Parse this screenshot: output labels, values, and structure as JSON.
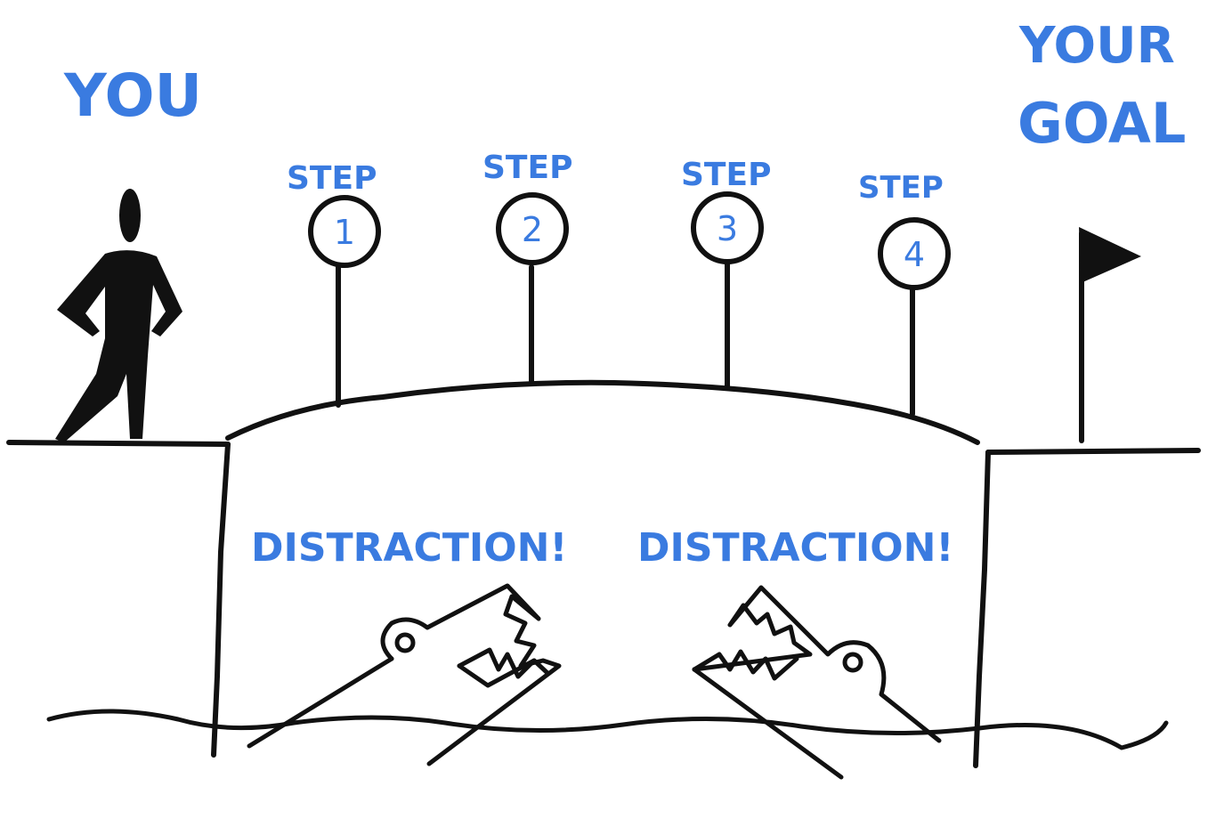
{
  "labels": {
    "you": "YOU",
    "goal_line1": "YOUR",
    "goal_line2": "GOAL",
    "distraction_left": "DISTRACTION!",
    "distraction_right": "DISTRACTION!"
  },
  "steps": [
    {
      "label": "STEP",
      "number": "1"
    },
    {
      "label": "STEP",
      "number": "2"
    },
    {
      "label": "STEP",
      "number": "3"
    },
    {
      "label": "STEP",
      "number": "4"
    }
  ],
  "colors": {
    "accent": "#3a7be0",
    "ink": "#111111",
    "background": "#ffffff"
  },
  "icons": {
    "person": "person-icon",
    "flag": "flag-icon",
    "crocodile": "crocodile-icon"
  }
}
